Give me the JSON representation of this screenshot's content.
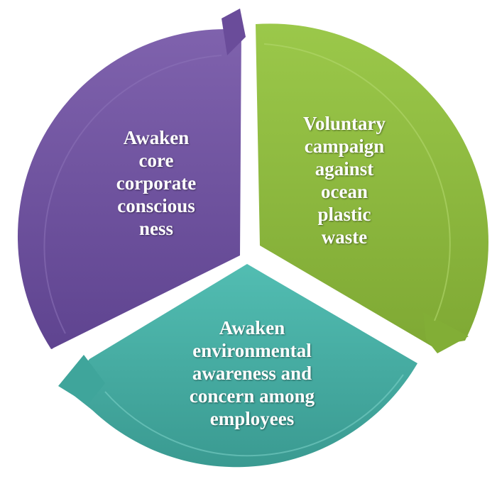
{
  "colors": {
    "purple": "#6d4f9c",
    "green": "#8cb83a",
    "teal": "#45aba1"
  },
  "segments": [
    {
      "key": "purple",
      "lines": [
        "Awaken",
        "core",
        "corporate",
        "conscious",
        "ness"
      ]
    },
    {
      "key": "green",
      "lines": [
        "Voluntary",
        "campaign",
        "against",
        "ocean",
        "plastic",
        "waste"
      ]
    },
    {
      "key": "teal",
      "lines": [
        "Awaken",
        "environmental",
        "awareness  and",
        "concern among",
        "employees"
      ]
    }
  ]
}
